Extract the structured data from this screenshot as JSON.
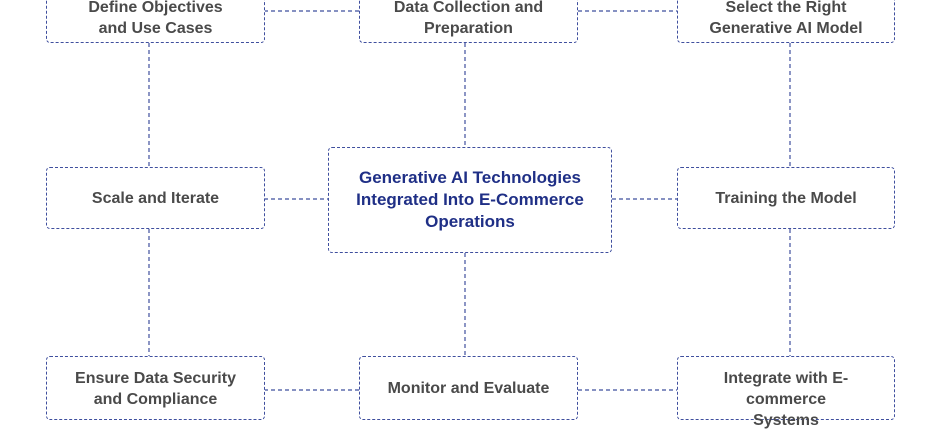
{
  "diagram": {
    "center": "Generative AI Technologies Integrated Into E-Commerce Operations",
    "steps": {
      "top_left": "Define Objectives and Use Cases",
      "top_middle": "Data Collection and Preparation",
      "top_right": "Select the Right Generative AI Model",
      "middle_left": "Scale and Iterate",
      "middle_right": "Training the Model",
      "bottom_left": "Ensure Data Security and Compliance",
      "bottom_middle": "Monitor and Evaluate",
      "bottom_right": "Integrate with E-commerce Systems"
    }
  },
  "colors": {
    "border": "#3f4f9e",
    "center_text": "#1f2f86",
    "node_text": "#4a4a4a"
  }
}
